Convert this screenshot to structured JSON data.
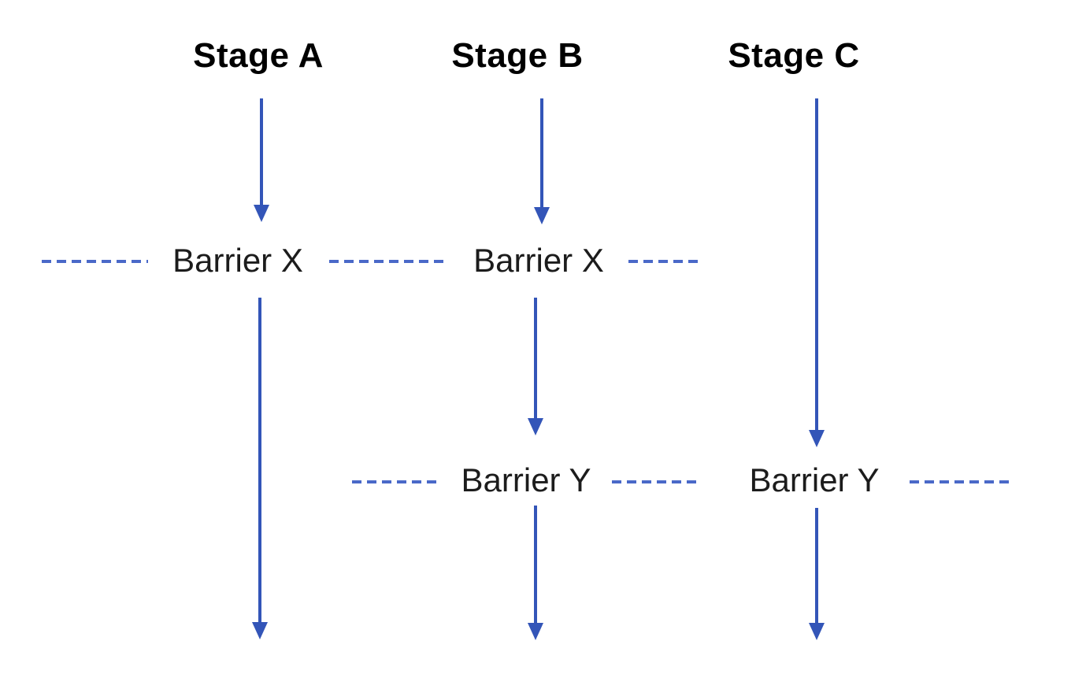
{
  "diagram": {
    "stages": [
      {
        "label": "Stage A"
      },
      {
        "label": "Stage B"
      },
      {
        "label": "Stage C"
      }
    ],
    "barrier_x_label": "Barrier X",
    "barrier_y_label": "Barrier Y",
    "colors": {
      "arrow": "#3355b8",
      "dash": "#4a69c8",
      "heading_text": "#000000",
      "barrier_text": "#1c1c1c",
      "background": "#ffffff"
    }
  }
}
